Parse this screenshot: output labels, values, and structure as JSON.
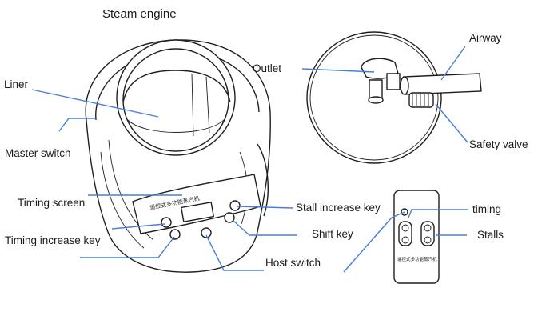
{
  "title": "Steam engine",
  "labels": {
    "liner": "Liner",
    "master_switch": "Master switch",
    "timing_screen": "Timing screen",
    "timing_increase_key": "Timing increase key",
    "host_switch": "Host switch",
    "shift_key": "Shift key",
    "stall_increase_key": "Stall increase key",
    "outlet": "Outlet",
    "airway": "Airway",
    "safety_valve": "Safety valve",
    "timing": "timing",
    "stalls": "Stalls"
  },
  "panel_text": "遥控式多功能蒸汽机",
  "remote_text": "遥控式多功能蒸汽机",
  "colors": {
    "ink": "#1f1f1f",
    "leader": "#4a7fd6"
  }
}
